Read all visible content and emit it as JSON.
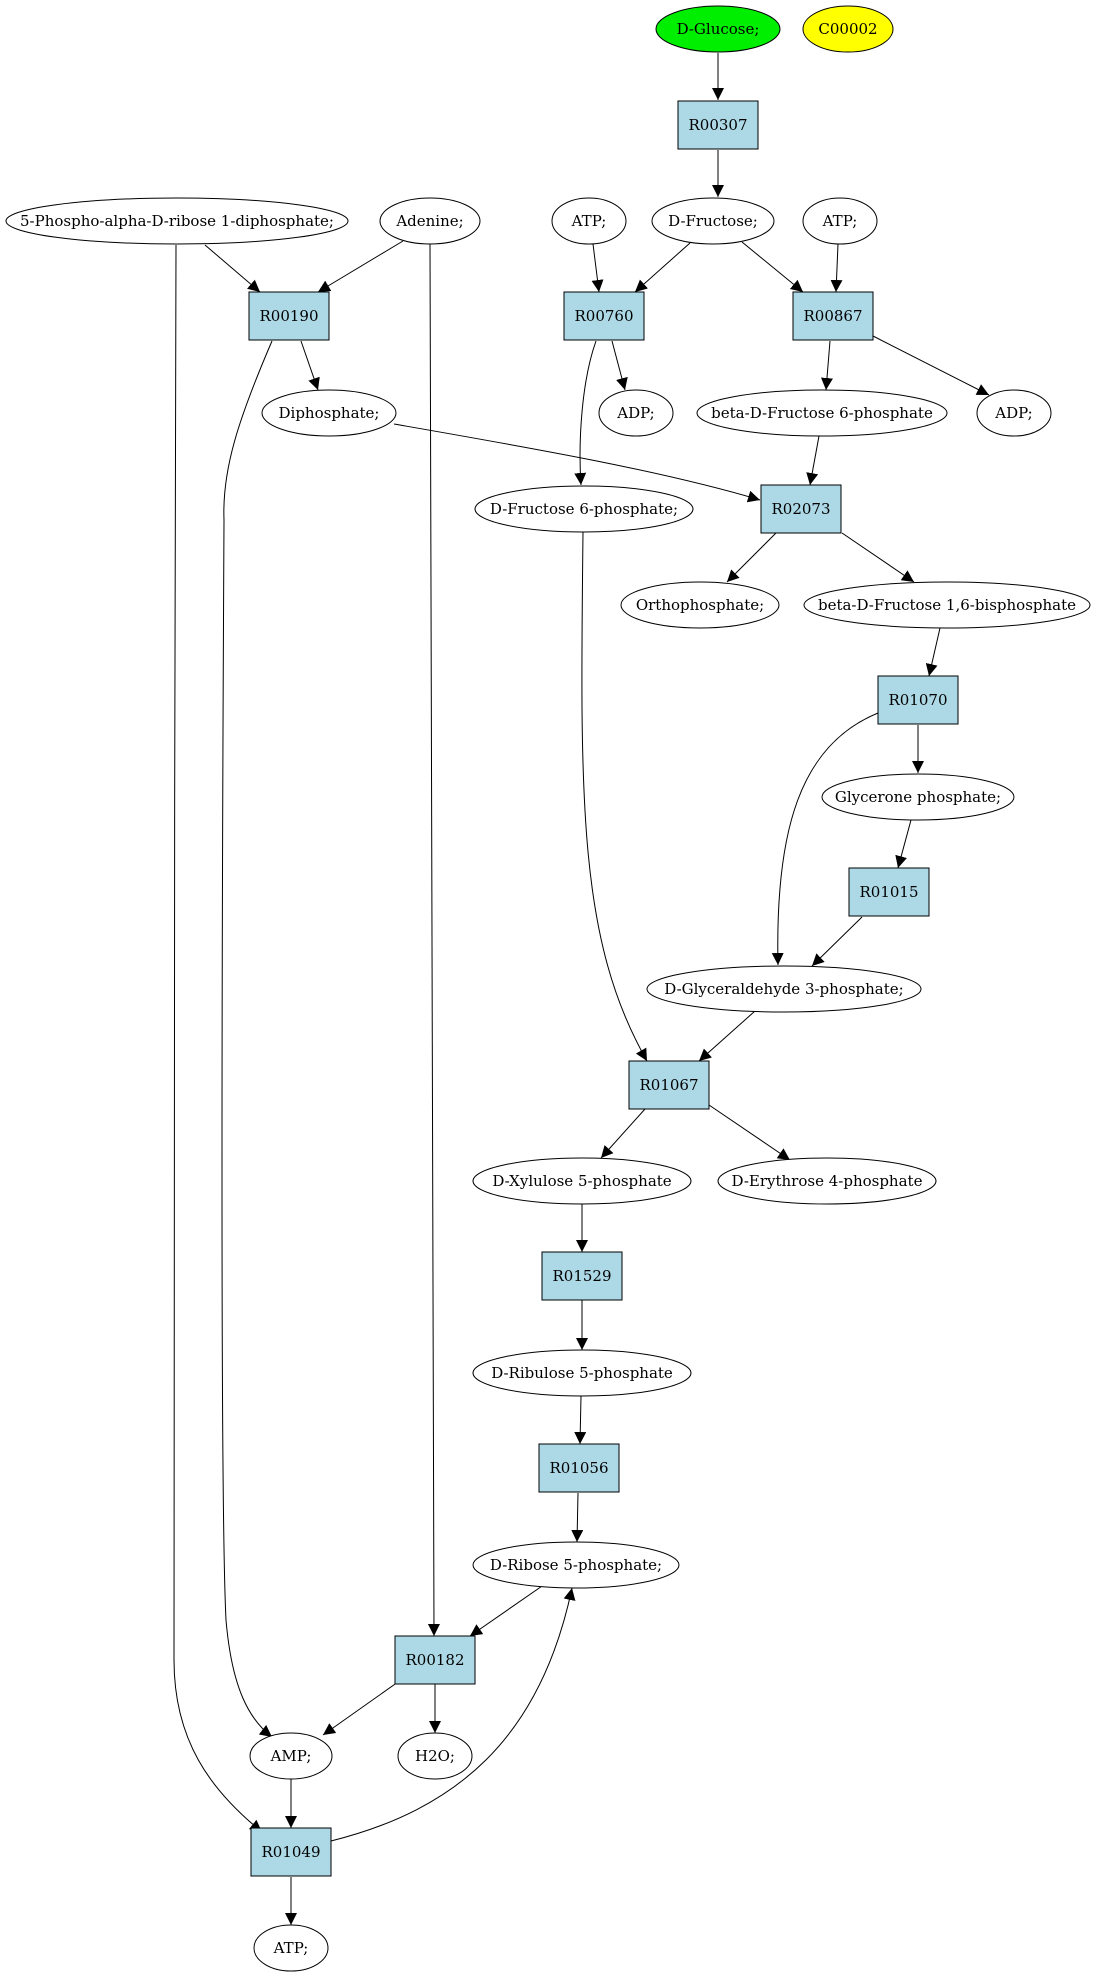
{
  "diagram": {
    "type": "metabolic-pathway-graph",
    "colors": {
      "reaction_fill": "#add8e6",
      "compound_fill": "#ffffff",
      "highlight_start": "#00ee00",
      "highlight_target": "#ffff00",
      "stroke": "#000000"
    },
    "nodes": [
      {
        "id": "glucose",
        "label": "D-Glucose;",
        "shape": "ellipse",
        "role": "start"
      },
      {
        "id": "c00002_top",
        "label": "C00002",
        "shape": "ellipse",
        "role": "target"
      },
      {
        "id": "r00307",
        "label": "R00307",
        "shape": "box"
      },
      {
        "id": "prpp",
        "label": "5-Phospho-alpha-D-ribose 1-diphosphate;",
        "shape": "ellipse"
      },
      {
        "id": "adenine",
        "label": "Adenine;",
        "shape": "ellipse"
      },
      {
        "id": "atp1",
        "label": "ATP;",
        "shape": "ellipse"
      },
      {
        "id": "fructose",
        "label": "D-Fructose;",
        "shape": "ellipse"
      },
      {
        "id": "atp2",
        "label": "ATP;",
        "shape": "ellipse"
      },
      {
        "id": "r00190",
        "label": "R00190",
        "shape": "box"
      },
      {
        "id": "r00760",
        "label": "R00760",
        "shape": "box"
      },
      {
        "id": "r00867",
        "label": "R00867",
        "shape": "box"
      },
      {
        "id": "diphosphate",
        "label": "Diphosphate;",
        "shape": "ellipse"
      },
      {
        "id": "adp1",
        "label": "ADP;",
        "shape": "ellipse"
      },
      {
        "id": "bf6p",
        "label": "beta-D-Fructose 6-phosphate",
        "shape": "ellipse"
      },
      {
        "id": "adp2",
        "label": "ADP;",
        "shape": "ellipse"
      },
      {
        "id": "f6p",
        "label": "D-Fructose 6-phosphate;",
        "shape": "ellipse"
      },
      {
        "id": "r02073",
        "label": "R02073",
        "shape": "box"
      },
      {
        "id": "orthophosphate",
        "label": "Orthophosphate;",
        "shape": "ellipse"
      },
      {
        "id": "bf16bp",
        "label": "beta-D-Fructose 1,6-bisphosphate",
        "shape": "ellipse"
      },
      {
        "id": "r01070",
        "label": "R01070",
        "shape": "box"
      },
      {
        "id": "glycerone",
        "label": "Glycerone phosphate;",
        "shape": "ellipse"
      },
      {
        "id": "r01015",
        "label": "R01015",
        "shape": "box"
      },
      {
        "id": "g3p",
        "label": "D-Glyceraldehyde 3-phosphate;",
        "shape": "ellipse"
      },
      {
        "id": "r01067",
        "label": "R01067",
        "shape": "box"
      },
      {
        "id": "x5p",
        "label": "D-Xylulose 5-phosphate",
        "shape": "ellipse"
      },
      {
        "id": "e4p",
        "label": "D-Erythrose 4-phosphate",
        "shape": "ellipse"
      },
      {
        "id": "r01529",
        "label": "R01529",
        "shape": "box"
      },
      {
        "id": "ru5p",
        "label": "D-Ribulose 5-phosphate",
        "shape": "ellipse"
      },
      {
        "id": "r01056",
        "label": "R01056",
        "shape": "box"
      },
      {
        "id": "r5p",
        "label": "D-Ribose 5-phosphate;",
        "shape": "ellipse"
      },
      {
        "id": "r00182",
        "label": "R00182",
        "shape": "box"
      },
      {
        "id": "amp",
        "label": "AMP;",
        "shape": "ellipse"
      },
      {
        "id": "h2o",
        "label": "H2O;",
        "shape": "ellipse"
      },
      {
        "id": "r01049",
        "label": "R01049",
        "shape": "box"
      },
      {
        "id": "atp3",
        "label": "ATP;",
        "shape": "ellipse"
      }
    ],
    "edges": [
      {
        "from": "glucose",
        "to": "r00307"
      },
      {
        "from": "r00307",
        "to": "fructose"
      },
      {
        "from": "prpp",
        "to": "r00190"
      },
      {
        "from": "adenine",
        "to": "r00190"
      },
      {
        "from": "atp1",
        "to": "r00760"
      },
      {
        "from": "fructose",
        "to": "r00760"
      },
      {
        "from": "fructose",
        "to": "r00867"
      },
      {
        "from": "atp2",
        "to": "r00867"
      },
      {
        "from": "r00190",
        "to": "diphosphate"
      },
      {
        "from": "r00760",
        "to": "adp1"
      },
      {
        "from": "r00760",
        "to": "f6p"
      },
      {
        "from": "r00867",
        "to": "bf6p"
      },
      {
        "from": "r00867",
        "to": "adp2"
      },
      {
        "from": "diphosphate",
        "to": "r02073"
      },
      {
        "from": "bf6p",
        "to": "r02073"
      },
      {
        "from": "r02073",
        "to": "orthophosphate"
      },
      {
        "from": "r02073",
        "to": "bf16bp"
      },
      {
        "from": "bf16bp",
        "to": "r01070"
      },
      {
        "from": "r01070",
        "to": "glycerone"
      },
      {
        "from": "r01070",
        "to": "g3p"
      },
      {
        "from": "glycerone",
        "to": "r01015"
      },
      {
        "from": "r01015",
        "to": "g3p"
      },
      {
        "from": "f6p",
        "to": "r01067"
      },
      {
        "from": "g3p",
        "to": "r01067"
      },
      {
        "from": "r01067",
        "to": "x5p"
      },
      {
        "from": "r01067",
        "to": "e4p"
      },
      {
        "from": "x5p",
        "to": "r01529"
      },
      {
        "from": "r01529",
        "to": "ru5p"
      },
      {
        "from": "ru5p",
        "to": "r01056"
      },
      {
        "from": "r01056",
        "to": "r5p"
      },
      {
        "from": "r5p",
        "to": "r00182"
      },
      {
        "from": "adenine",
        "to": "r00182"
      },
      {
        "from": "r00182",
        "to": "amp"
      },
      {
        "from": "r00182",
        "to": "h2o"
      },
      {
        "from": "r00190",
        "to": "amp"
      },
      {
        "from": "prpp",
        "to": "r01049"
      },
      {
        "from": "amp",
        "to": "r01049"
      },
      {
        "from": "r01049",
        "to": "r5p"
      },
      {
        "from": "r01049",
        "to": "atp3"
      }
    ]
  }
}
